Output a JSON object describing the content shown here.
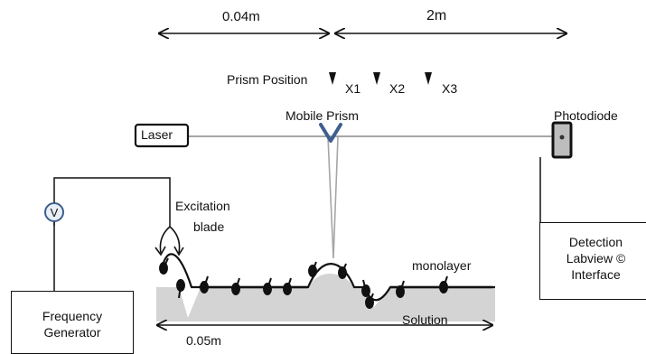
{
  "dimensions": {
    "top_left": "0.04m",
    "top_right": "2m",
    "bottom": "0.05m"
  },
  "labels": {
    "prism_position": "Prism Position",
    "x1": "X1",
    "x2": "X2",
    "x3": "X3",
    "mobile_prism": "Mobile Prism",
    "laser": "Laser",
    "photodiode": "Photodiode",
    "voltmeter": "V",
    "excitation_line1": "Excitation",
    "excitation_line2": "blade",
    "monolayer": "monolayer",
    "solution": "Solution"
  },
  "boxes": {
    "frequency_generator": {
      "line1": "Frequency",
      "line2": "Generator"
    },
    "detection": {
      "line1": "Detection",
      "line2": "Labview ©",
      "line3": "Interface"
    }
  },
  "colors": {
    "prism": "#3d5f8c",
    "solution": "#d4d4d4",
    "beam": "#a6a6a6",
    "ink": "#111111"
  },
  "icons": {
    "position_marker": "down-triangle-icon",
    "molecule": "amphiphile-icon"
  }
}
